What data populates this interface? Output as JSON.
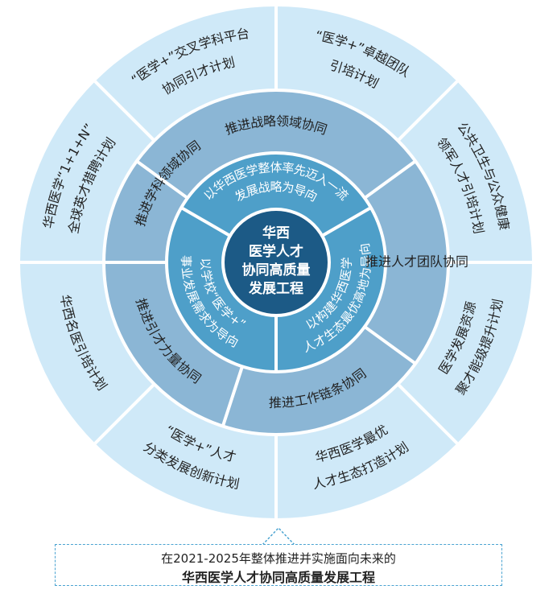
{
  "center": {
    "lines": [
      "华西",
      "医学人才",
      "协同高质量",
      "发展工程"
    ]
  },
  "inner_ring": [
    {
      "lines": [
        "以华西医学整体率先迈入一流",
        "发展战略为导向"
      ]
    },
    {
      "lines": [
        "以构建华西医学",
        "人才生态最优高地为导向"
      ]
    },
    {
      "lines": [
        "以学校“医学+”",
        "事业发展需求为导向"
      ]
    }
  ],
  "middle_ring": [
    {
      "label": "推进战略领域协同"
    },
    {
      "label": "推进人才团队协同"
    },
    {
      "label": "推进工作链条协同"
    },
    {
      "label": "推进引才力量协同"
    },
    {
      "label": "推进学科领域协同"
    }
  ],
  "outer_ring": [
    {
      "lines": [
        "“医学+”卓越团队",
        "引培计划"
      ]
    },
    {
      "lines": [
        "公共卫生与公众健康",
        "领军人才引培计划"
      ]
    },
    {
      "lines": [
        "医学发展资源",
        "聚才能级提升计划"
      ]
    },
    {
      "lines": [
        "华西医学最优",
        "人才生态打造计划"
      ]
    },
    {
      "lines": [
        "“医学+”人才",
        "分类发展创新计划"
      ]
    },
    {
      "lines": [
        "华西名医引培计划"
      ]
    },
    {
      "lines": [
        "华西医学“1+1+N”",
        "全球英才猎聘计划"
      ]
    },
    {
      "lines": [
        "“医学+”交叉学科平台",
        "协同引才计划"
      ]
    }
  ],
  "caption": {
    "line1": "在2021-2025年整体推进并实施面向未来的",
    "line2": "华西医学人才协同高质量发展工程"
  },
  "colors": {
    "outer": "#cfe9f8",
    "middle": "#8bb6d5",
    "inner": "#4e9fc9",
    "center": "#1c5a86",
    "divider": "#ffffff",
    "text_dark": "#222222",
    "text_light": "#ffffff",
    "border": "#4aa3d1"
  }
}
